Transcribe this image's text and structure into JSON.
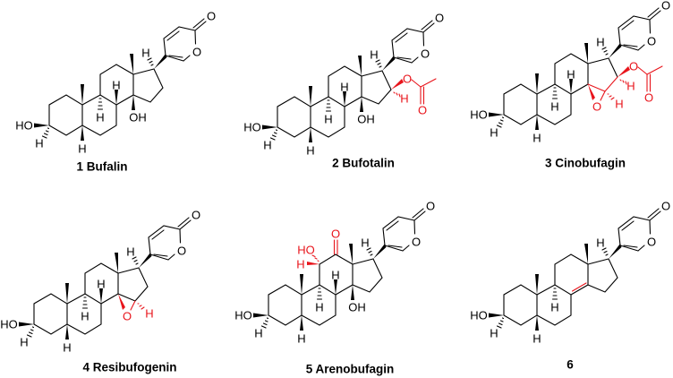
{
  "figure": {
    "compounds": [
      {
        "number": "1",
        "name": "Bufalin",
        "label": "1 Bufalin"
      },
      {
        "number": "2",
        "name": "Bufotalin",
        "label": "2 Bufotalin"
      },
      {
        "number": "3",
        "name": "Cinobufagin",
        "label": "3 Cinobufagin"
      },
      {
        "number": "4",
        "name": "Resibufogenin",
        "label": "4 Resibufogenin"
      },
      {
        "number": "5",
        "name": "Arenobufagin",
        "label": "5 Arenobufagin"
      },
      {
        "number": "6",
        "name": "",
        "label": "6"
      }
    ],
    "atoms": {
      "hydroxyl_left": "HO",
      "hydroxyl_right": "OH",
      "hydrogen": "H",
      "oxygen": "O"
    },
    "colors": {
      "bonds": "#000000",
      "highlight": "#e8141b",
      "background": "#ffffff"
    }
  }
}
